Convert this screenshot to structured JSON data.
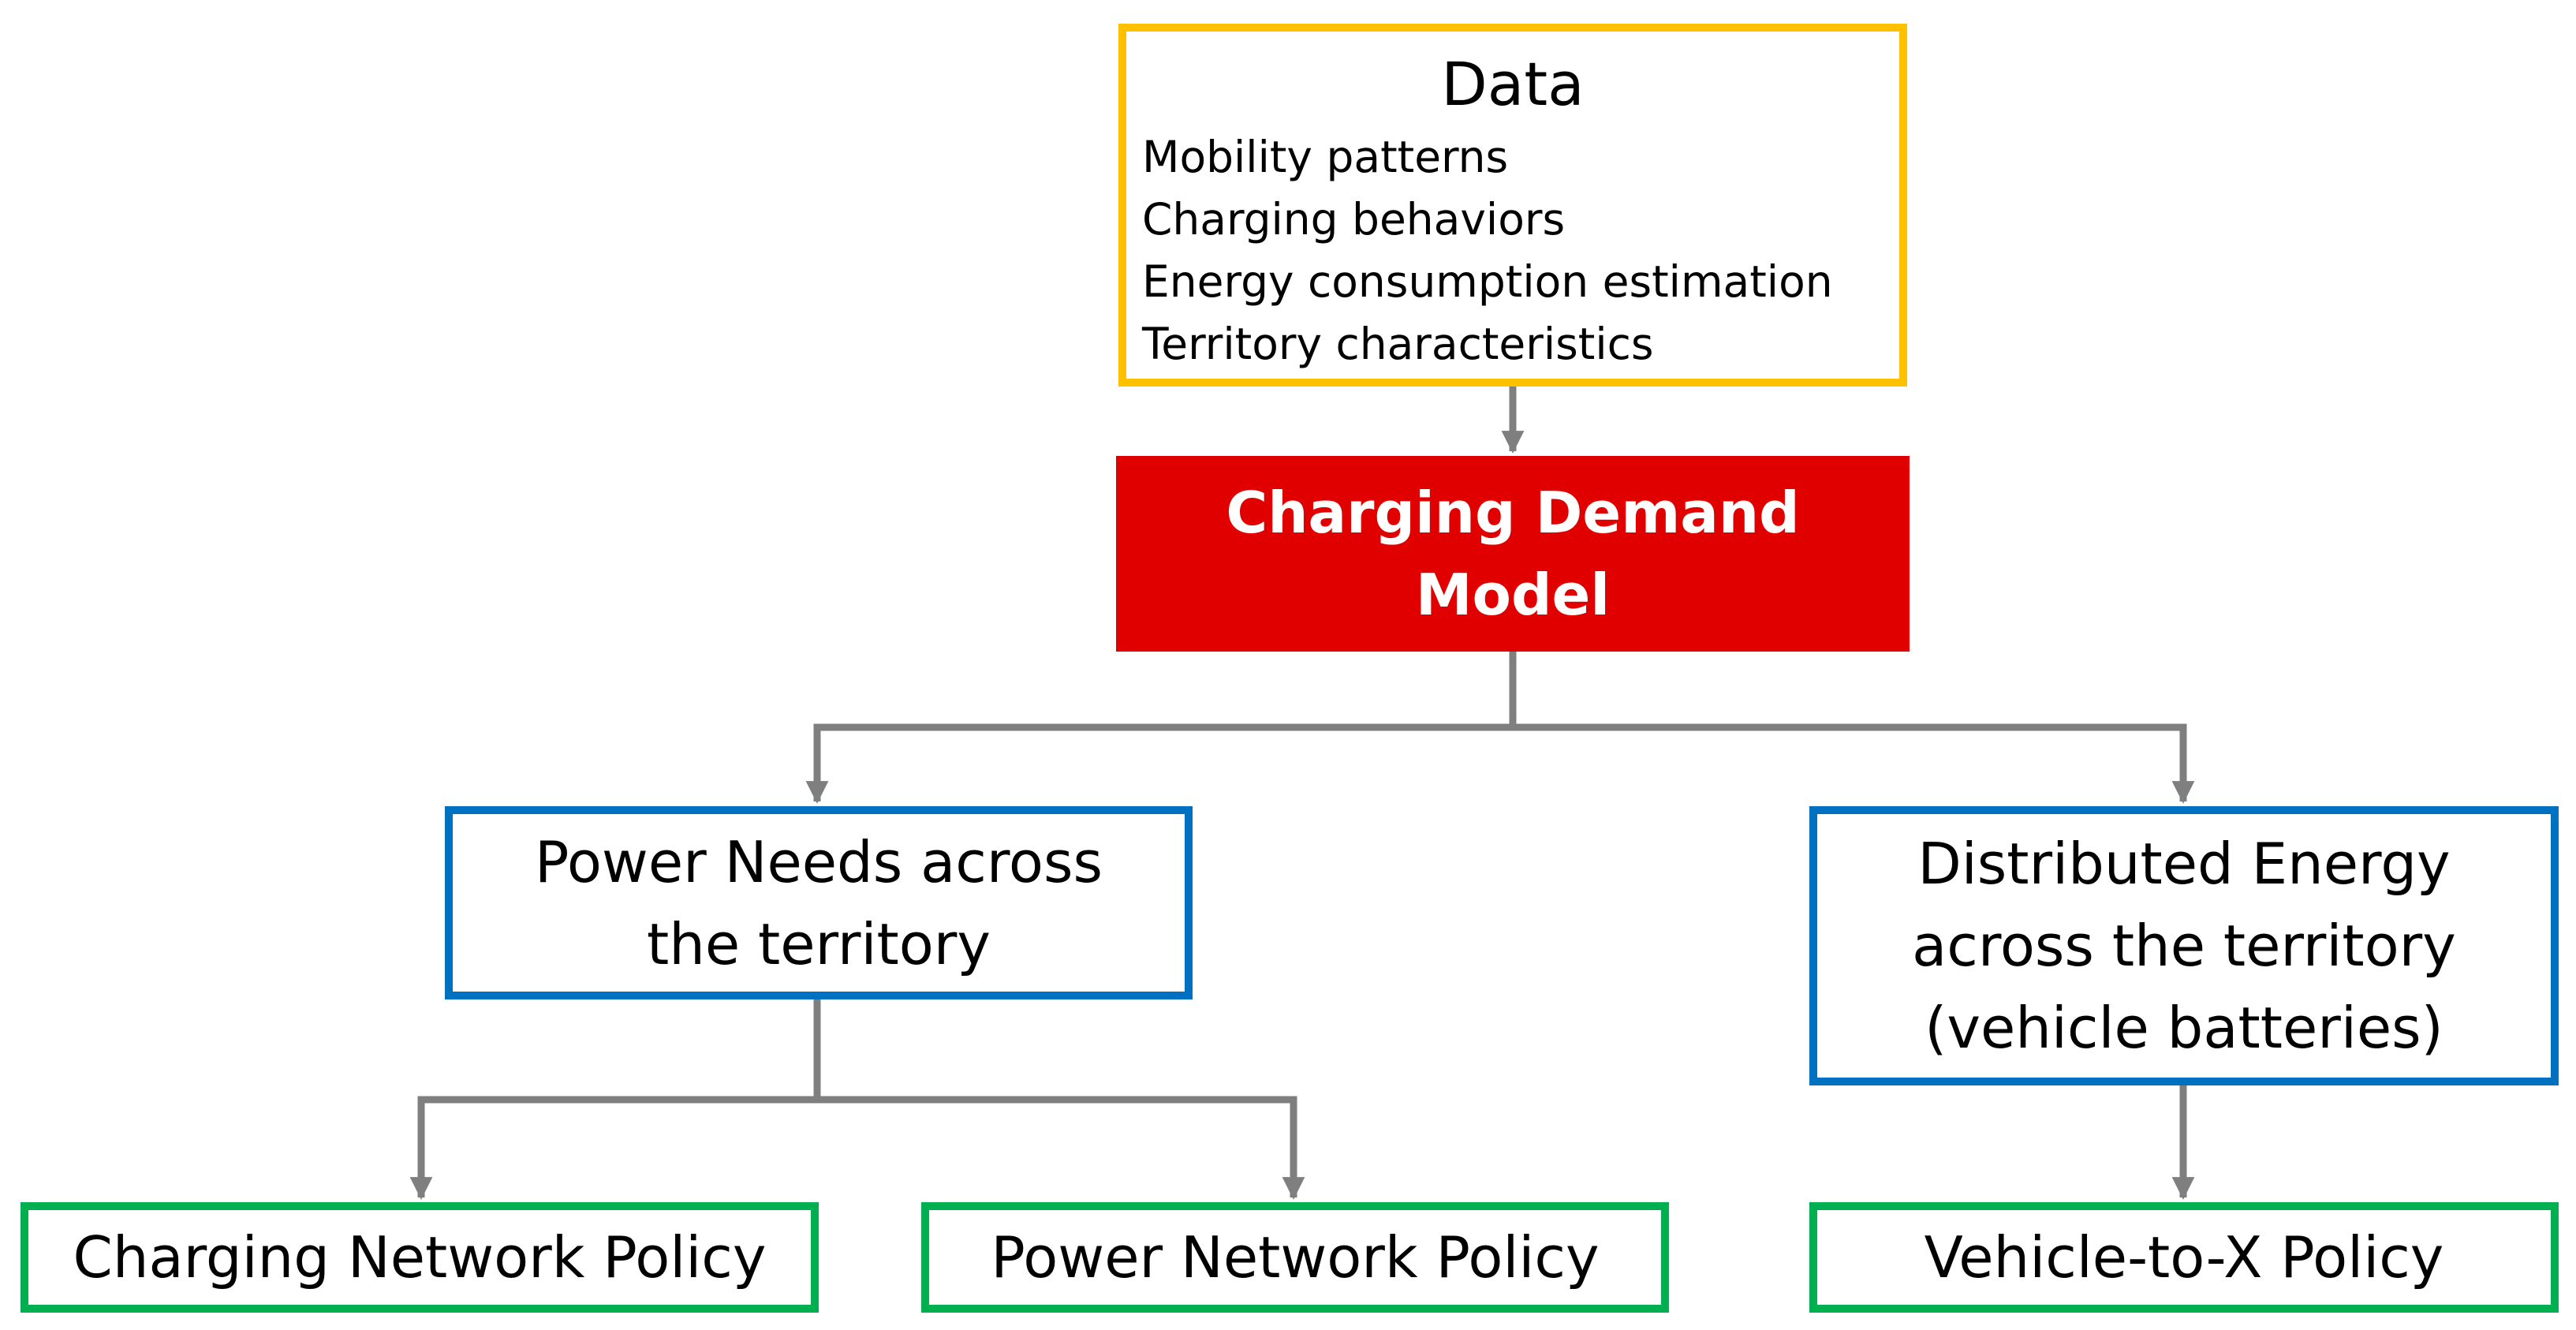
{
  "diagram": {
    "data_box": {
      "title": "Data",
      "items": [
        "Mobility patterns",
        "Charging behaviors",
        "Energy consumption estimation",
        "Territory characteristics"
      ]
    },
    "model_box": {
      "lines": [
        "Charging Demand",
        "Model"
      ]
    },
    "power_needs_box": {
      "lines": [
        "Power Needs across",
        "the territory"
      ]
    },
    "distributed_energy_box": {
      "lines": [
        "Distributed Energy",
        "across the territory",
        "(vehicle batteries)"
      ]
    },
    "policies": {
      "charging_network": "Charging Network Policy",
      "power_network": "Power Network Policy",
      "vehicle_to_x": "Vehicle-to-X Policy"
    }
  },
  "colors": {
    "data_border": "#FFC000",
    "model_fill": "#E00000",
    "model_text": "#FFFFFF",
    "middle_border": "#0070C0",
    "policy_border": "#00B050",
    "connector": "#7F7F7F"
  }
}
